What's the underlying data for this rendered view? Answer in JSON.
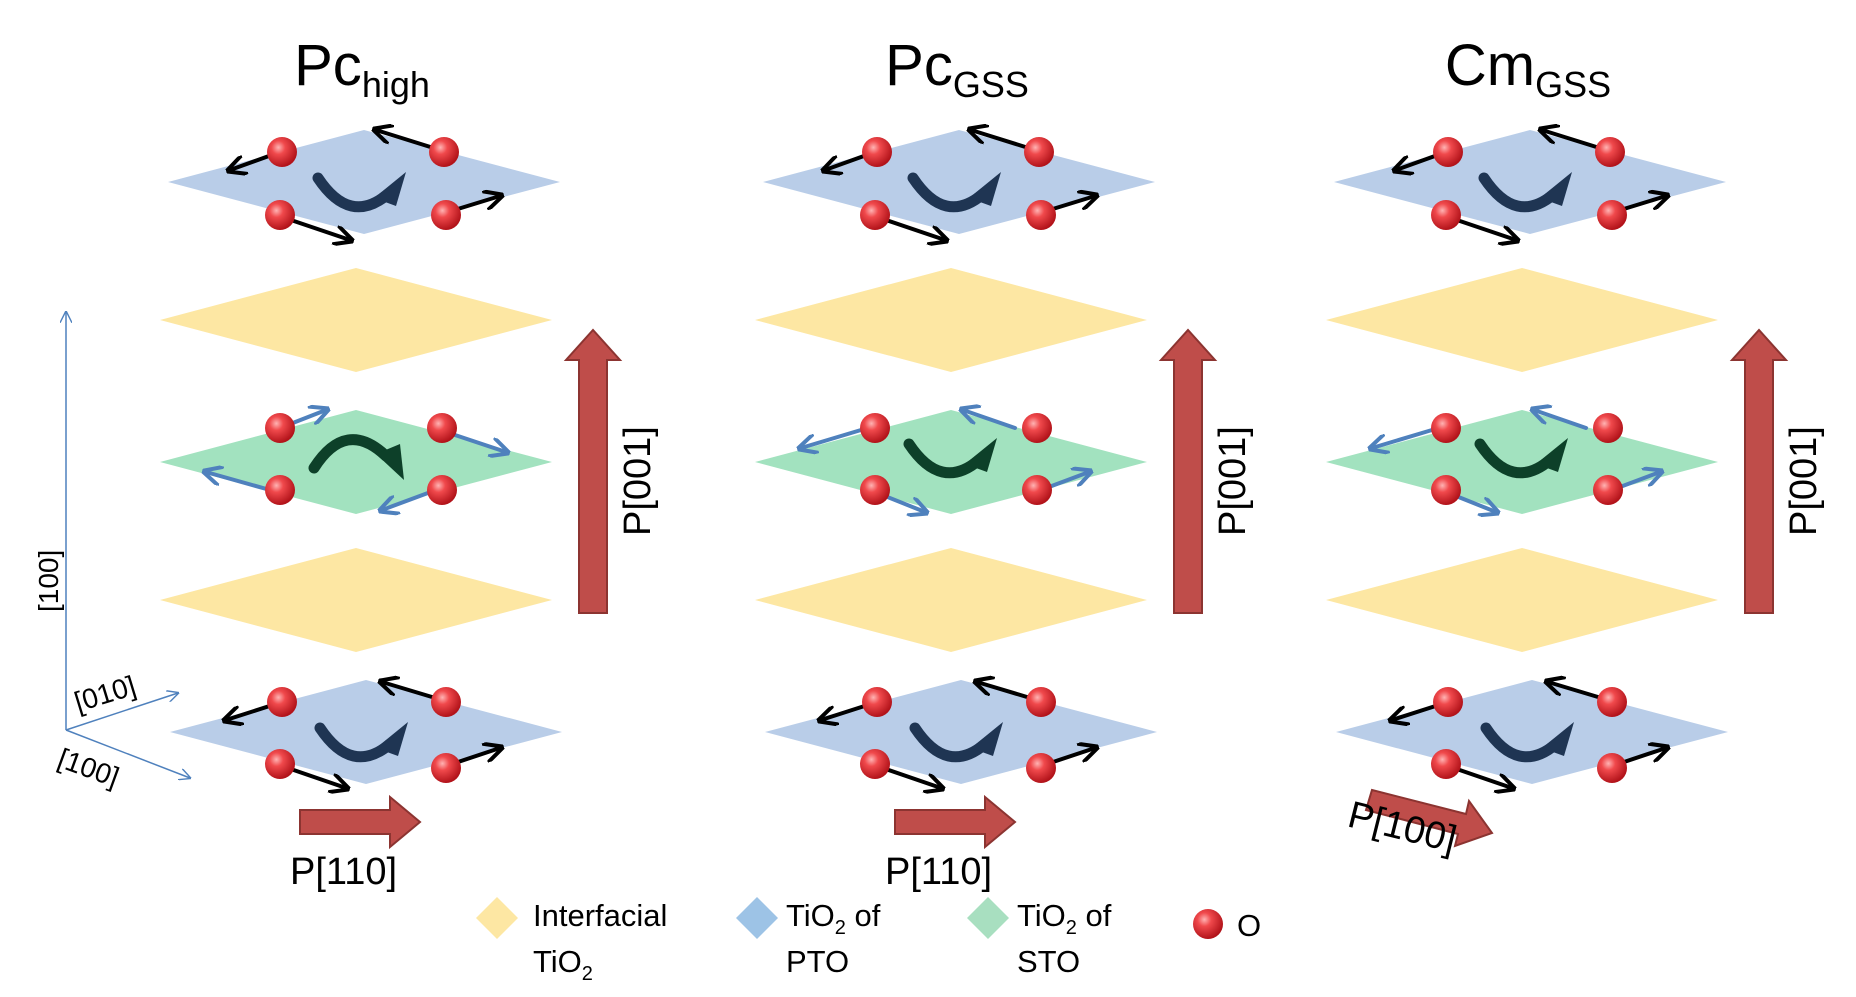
{
  "panels": [
    {
      "title_main": "Pc",
      "title_sub": "high",
      "p_vertical": "P[001]",
      "p_horizontal": "P[110]",
      "bottom_arrow": "horizontal",
      "green_arrow": "clockwise",
      "green_bond_arrows": "set-a"
    },
    {
      "title_main": "Pc",
      "title_sub": "GSS",
      "p_vertical": "P[001]",
      "p_horizontal": "P[110]",
      "bottom_arrow": "horizontal",
      "green_arrow": "counterclockwise",
      "green_bond_arrows": "set-b"
    },
    {
      "title_main": "Cm",
      "title_sub": "GSS",
      "p_vertical": "P[001]",
      "p_horizontal": "P[100]",
      "bottom_arrow": "tilted",
      "green_arrow": "counterclockwise",
      "green_bond_arrows": "set-b"
    }
  ],
  "axes": {
    "vertical_label": "[100]",
    "diagonal_label": "[010]",
    "lower_label": "[100]"
  },
  "legend": [
    {
      "name": "interfacial",
      "line1": "Interfacial",
      "line2_main": "TiO",
      "line2_sub": "2",
      "color": "#fde7a3"
    },
    {
      "name": "pto",
      "line1_main": "TiO",
      "line1_sub": "2",
      "line1_rest": " of",
      "line2": "PTO",
      "color": "#9dc3e6"
    },
    {
      "name": "sto",
      "line1_main": "TiO",
      "line1_sub": "2",
      "line1_rest": " of",
      "line2": "STO",
      "color": "#a8dfc0"
    },
    {
      "name": "oxygen",
      "line1": "O",
      "color": "#e8262b"
    }
  ],
  "colors": {
    "blue_plane": "#b9cde8",
    "yellow_plane": "#fde7a3",
    "green_plane": "#a2e2bf",
    "polar_arrow": "#bf4d4a",
    "rotation_blue": "#1f3553",
    "rotation_green": "#0d4029",
    "o_atom": "#e8262b",
    "bond_arrow_black": "#000000",
    "bond_arrow_blue": "#4f81bd",
    "axis_color": "#4f81bd"
  }
}
